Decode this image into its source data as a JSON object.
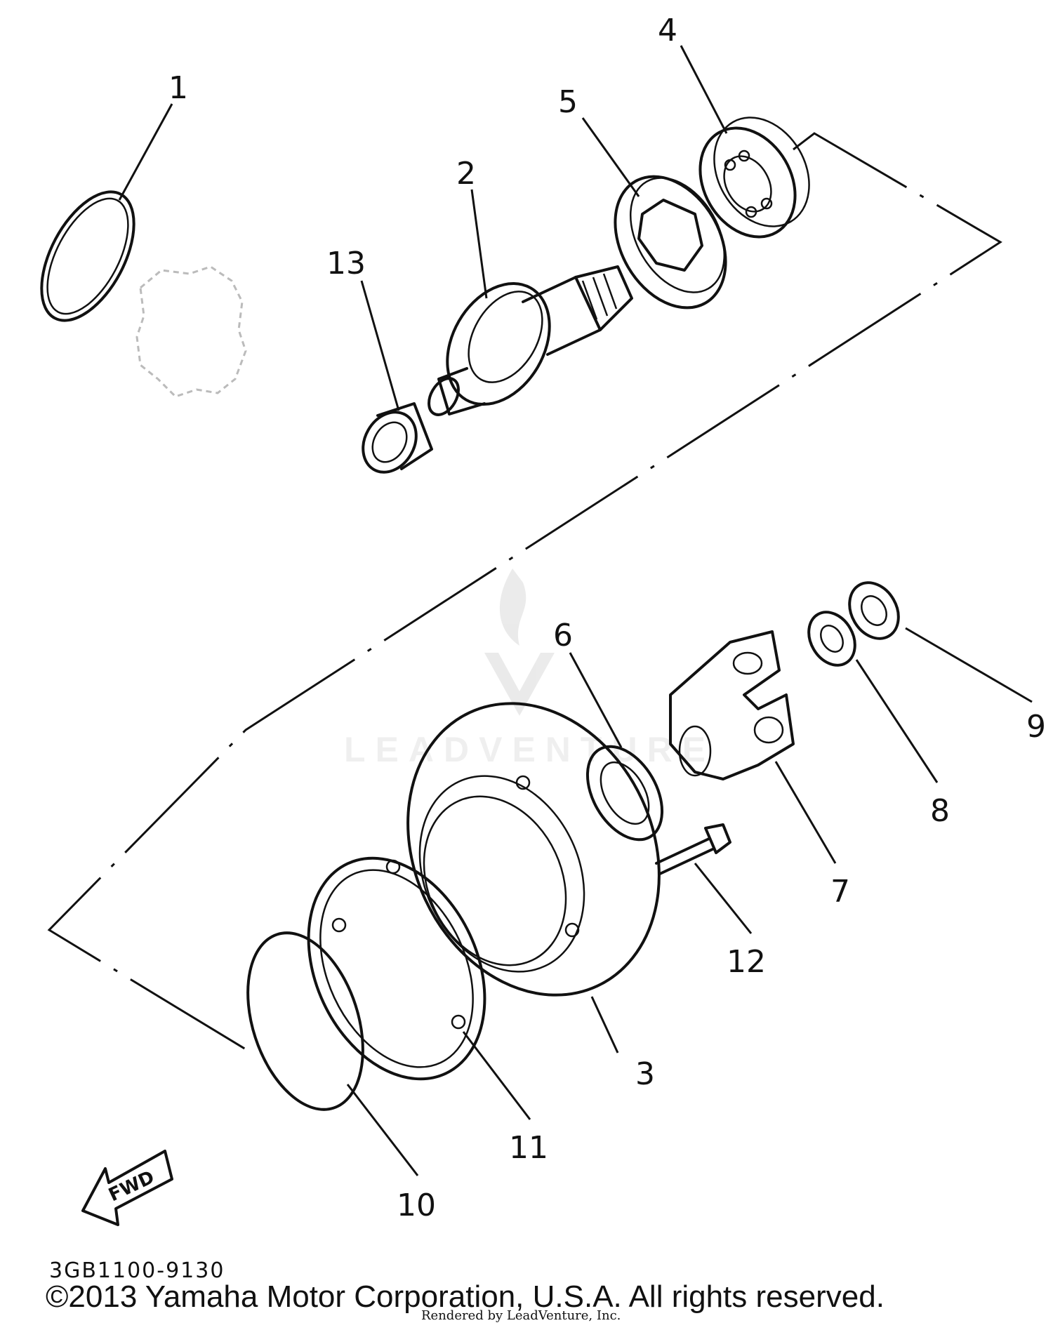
{
  "diagram": {
    "callouts": [
      "1",
      "2",
      "3",
      "4",
      "5",
      "6",
      "7",
      "8",
      "9",
      "10",
      "11",
      "12",
      "13"
    ],
    "drawing_code": "3GB1100-9130",
    "fwd_label": "FWD",
    "watermark": "LEADVENTURE",
    "copyright": "©2013 Yamaha Motor Corporation, U.S.A. All rights reserved.",
    "footer_note": "Rendered by LeadVenture, Inc."
  }
}
